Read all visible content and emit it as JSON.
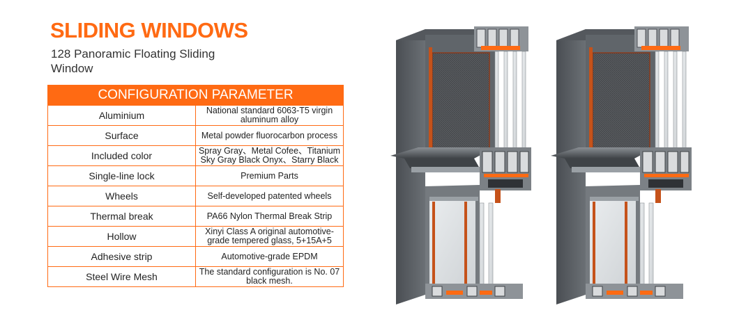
{
  "page": {
    "title": "SLIDING WINDOWS",
    "subtitle": "128 Panoramic Floating Sliding Window"
  },
  "table": {
    "header": "CONFIGURATION PARAMETER",
    "rows": [
      {
        "label": "Aluminium",
        "value": "National standard 6063-T5 virgin aluminum alloy"
      },
      {
        "label": "Surface",
        "value": "Metal powder fluorocarbon process"
      },
      {
        "label": "Included color",
        "value": "Spray Gray、Metal Cofee、Titanium Sky Gray Black Onyx、Starry Black"
      },
      {
        "label": "Single-line lock",
        "value": "Premium Parts"
      },
      {
        "label": "Wheels",
        "value": "Self-developed patented wheels"
      },
      {
        "label": "Thermal break",
        "value": "PA66 Nylon Thermal Break Strip"
      },
      {
        "label": "Hollow",
        "value": "Xinyi Class A original automotive-grade tempered glass, 5+15A+5"
      },
      {
        "label": "Adhesive strip",
        "value": "Automotive-grade EPDM"
      },
      {
        "label": "Steel Wire Mesh",
        "value": "The standard configuration is No. 07 black mesh."
      }
    ]
  },
  "images": [
    {
      "name": "window-profile-cross-section-1"
    },
    {
      "name": "window-profile-cross-section-2"
    }
  ],
  "colors": {
    "accent": "#ff6a13",
    "frame": "#5b6065",
    "text": "#222222"
  }
}
